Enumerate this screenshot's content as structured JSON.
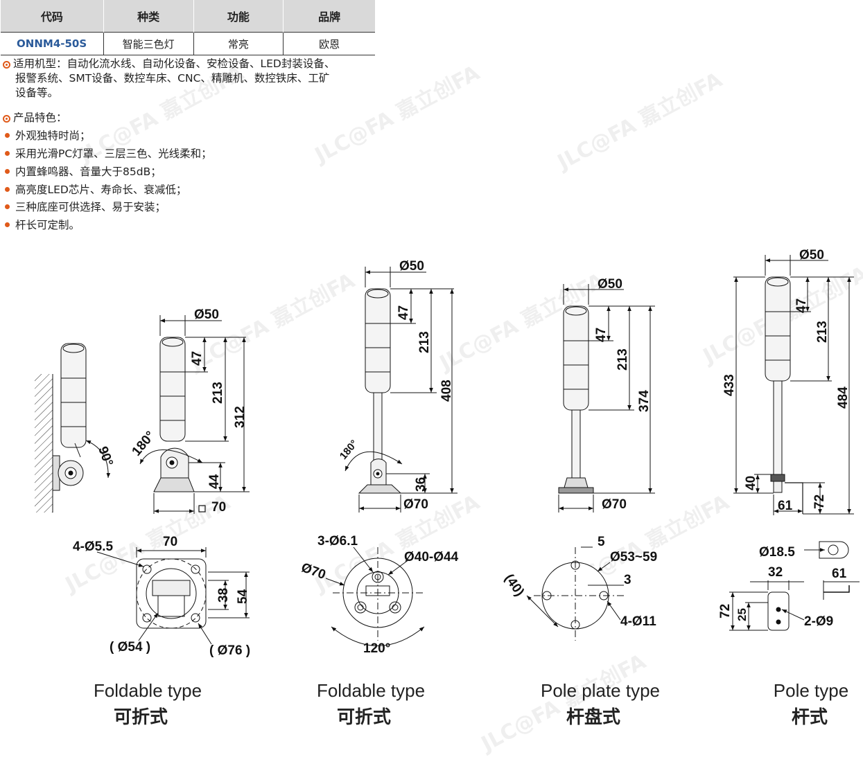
{
  "table": {
    "headers": [
      "代码",
      "种类",
      "功能",
      "品牌"
    ],
    "row": [
      "ONNM4-50S",
      "智能三色灯",
      "常亮",
      "欧恩"
    ]
  },
  "applicable": {
    "line1": "适用机型：自动化流水线、自动化设备、安检设备、LED封装设备、",
    "line2": "报警系统、SMT设备、数控车床、CNC、精雕机、数控铁床、工矿",
    "line3": "设备等。"
  },
  "features": {
    "heading": "产品特色：",
    "items": [
      "外观独特时尚；",
      "采用光滑PC灯罩、三层三色、光线柔和；",
      "内置蜂鸣器、音量大于85dB；",
      "高亮度LED芯片、寿命长、衰减低；",
      "三种底座可供选择、易于安装；",
      "杆长可定制。"
    ]
  },
  "watermark": "JLC@FA 嘉立创FA",
  "drawings": {
    "d1": {
      "dia": "Ø50",
      "d47": "47",
      "d213": "213",
      "d312": "312",
      "d44": "44",
      "sq70": "70",
      "a90": "90°",
      "a180": "180°",
      "b_70": "70",
      "b_55": "4-Ø5.5",
      "b_38": "38",
      "b_54": "54",
      "b_p54": "( Ø54 )",
      "b_p76": "( Ø76 )"
    },
    "d2": {
      "dia": "Ø50",
      "d47": "47",
      "d213": "213",
      "d408": "408",
      "d36": "36",
      "d70": "Ø70",
      "a180": "180°",
      "b_61": "3-Ø6.1",
      "b_4044": "Ø40-Ø44",
      "b_70": "Ø70",
      "b_120": "120°"
    },
    "d3": {
      "dia": "Ø50",
      "d47": "47",
      "d213": "213",
      "d374": "374",
      "d70": "Ø70",
      "b_5": "5",
      "b_5359": "Ø53~59",
      "b_40": "(40)",
      "b_3": "3",
      "b_411": "4-Ø11"
    },
    "d4": {
      "dia": "Ø50",
      "d47": "47",
      "d213": "213",
      "d433": "433",
      "d484": "484",
      "d40": "40",
      "d61": "61",
      "d72": "72",
      "b_185": "Ø18.5",
      "b_32": "32",
      "b_61": "61",
      "b_72": "72",
      "b_25": "25",
      "b_29": "2-Ø9"
    }
  },
  "captions": [
    {
      "en": "Foldable type",
      "cn": "可折式"
    },
    {
      "en": "Foldable type",
      "cn": "可折式"
    },
    {
      "en": "Pole plate type",
      "cn": "杆盘式"
    },
    {
      "en": "Pole type",
      "cn": "杆式"
    }
  ]
}
